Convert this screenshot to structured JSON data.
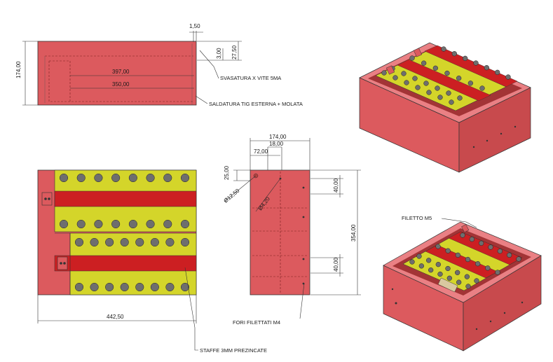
{
  "colors": {
    "box_red": "#dc5a5e",
    "box_red_dark": "#b8403f",
    "box_red_light": "#ea8084",
    "strap_red": "#cc1f22",
    "battery_yellow": "#d4d52a",
    "terminal_gray": "#6e6e6e",
    "line": "#333333"
  },
  "top_view": {
    "dim_wall": "1,50",
    "dim_27": "27,50",
    "dim_3": "3,00",
    "dim_height": "174,00",
    "dim_397": "397,00",
    "dim_350": "350,00",
    "note_countersink": "SVASATURA X VITE 5MA",
    "note_weld": "SALDATURA TIG ESTERNA + MOLATA"
  },
  "plan_view": {
    "dim_width": "442,50",
    "note_straps": "STAFFE 3MM PREZINCATE",
    "rows": 4,
    "cells_per_row": 8
  },
  "side_view": {
    "dim_174": "174,00",
    "dim_18": "18,00",
    "dim_72": "72,00",
    "dim_25": "25,00",
    "dim_40_top": "40,00",
    "dim_hole": "Ø12,50",
    "dim_hole2": "Ø4,20",
    "dim_354": "354,00",
    "dim_40_bot": "40,00",
    "note_holes": "FORI FILETTATI M4"
  },
  "iso_bottom": {
    "note_thread": "FILETTO M5"
  }
}
